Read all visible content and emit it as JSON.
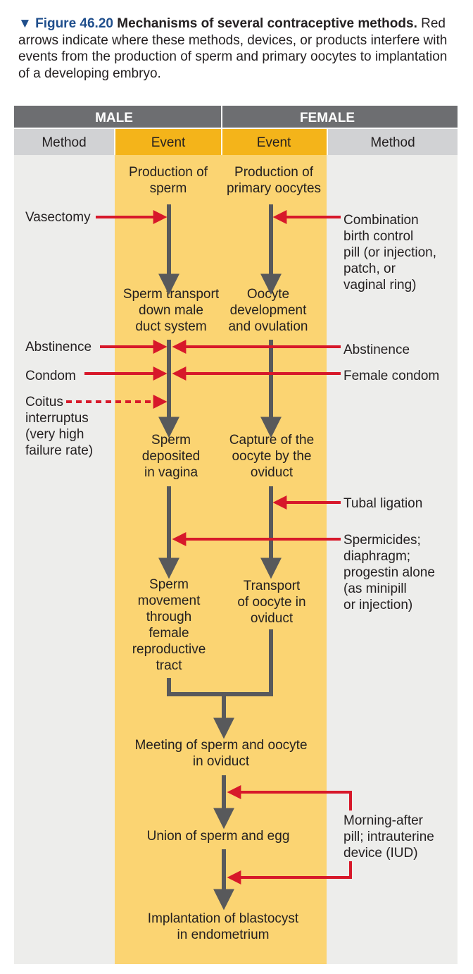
{
  "caption": {
    "figure_label": "▼ Figure 46.20",
    "title": "Mechanisms of several contraceptive methods.",
    "body": "Red arrows indicate where these methods, devices, or products interfere with events from the production of sperm and primary oocytes to implantation of a developing embryo."
  },
  "header": {
    "male": "MALE",
    "female": "FEMALE",
    "method_left": "Method",
    "event_male": "Event",
    "event_female": "Event",
    "method_right": "Method"
  },
  "male_events": {
    "production": [
      "Production of",
      "sperm"
    ],
    "transport": [
      "Sperm transport",
      "down male",
      "duct system"
    ],
    "deposited": [
      "Sperm",
      "deposited",
      "in vagina"
    ],
    "movement": [
      "Sperm",
      "movement",
      "through",
      "female",
      "reproductive",
      "tract"
    ]
  },
  "female_events": {
    "production": [
      "Production of",
      "primary oocytes"
    ],
    "development": [
      "Oocyte",
      "development",
      "and ovulation"
    ],
    "capture": [
      "Capture of the",
      "oocyte by the",
      "oviduct"
    ],
    "transport": [
      "Transport",
      "of oocyte in",
      "oviduct"
    ]
  },
  "shared_events": {
    "meeting": [
      "Meeting of sperm and oocyte",
      "in oviduct"
    ],
    "union": [
      "Union of sperm and egg"
    ],
    "implantation": [
      "Implantation of blastocyst",
      "in endometrium"
    ]
  },
  "male_methods": {
    "vasectomy": [
      "Vasectomy"
    ],
    "abstinence": [
      "Abstinence"
    ],
    "condom": [
      "Condom"
    ],
    "coitus": [
      "Coitus",
      "interruptus",
      "(very high",
      "failure rate)"
    ]
  },
  "female_methods": {
    "combination_pill": [
      "Combination",
      "birth control",
      "pill (or injection,",
      "patch, or",
      "vaginal ring)"
    ],
    "abstinence": [
      "Abstinence"
    ],
    "female_condom": [
      "Female condom"
    ],
    "tubal_ligation": [
      "Tubal ligation"
    ],
    "spermicides": [
      "Spermicides;",
      "diaphragm;",
      "progestin alone",
      "(as minipill",
      "or injection)"
    ],
    "morning_after": [
      "Morning-after",
      "pill; intrauterine",
      "device (IUD)"
    ]
  },
  "colors": {
    "header_dark": "#6d6e71",
    "header_sub_gray": "#d1d2d4",
    "header_event": "#f4b41a",
    "event_band": "#fbd472",
    "method_band": "#ededeb",
    "flow_arrow": "#58595b",
    "block_arrow": "#d7182a"
  }
}
